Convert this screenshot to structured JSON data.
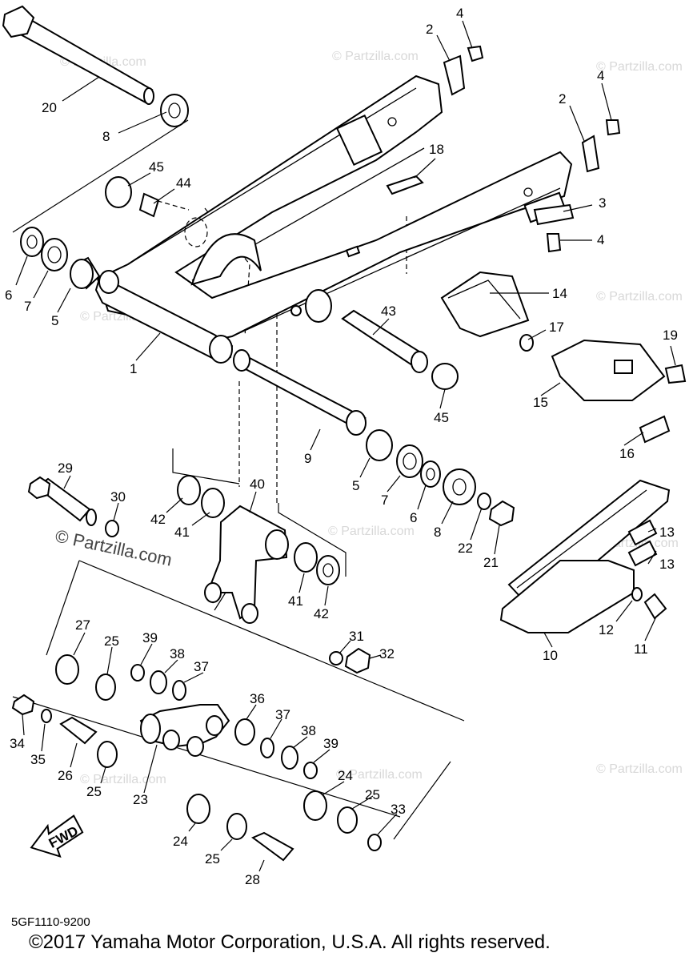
{
  "callouts": [
    "1",
    "2",
    "2",
    "3",
    "4",
    "4",
    "4",
    "5",
    "5",
    "6",
    "6",
    "7",
    "7",
    "8",
    "8",
    "9",
    "10",
    "11",
    "12",
    "13",
    "13",
    "14",
    "15",
    "16",
    "17",
    "18",
    "19",
    "20",
    "21",
    "22",
    "23",
    "24",
    "24",
    "25",
    "25",
    "25",
    "25",
    "26",
    "27",
    "28",
    "29",
    "30",
    "31",
    "32",
    "33",
    "34",
    "35",
    "36",
    "37",
    "37",
    "38",
    "38",
    "39",
    "39",
    "40",
    "41",
    "41",
    "42",
    "42",
    "43",
    "44",
    "45",
    "45"
  ],
  "fwd_label": "FWD",
  "diagram_code": "5GF1110-9200",
  "copyright": "©2017  Yamaha Motor Corporation, U.S.A. All rights reserved.",
  "watermarks": [
    "© Partzilla.com"
  ]
}
